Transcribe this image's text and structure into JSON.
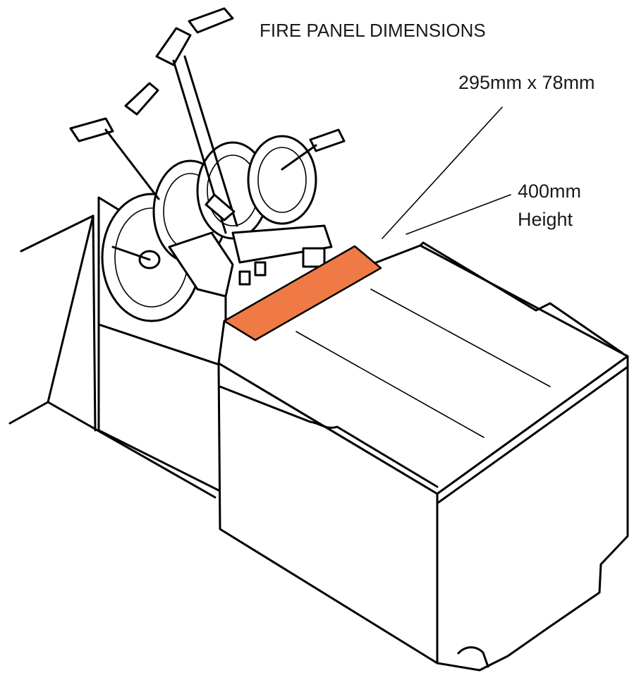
{
  "title": "FIRE PANEL DIMENSIONS",
  "labels": {
    "panel_size": "295mm x 78mm",
    "height_value": "400mm",
    "height_word": "Height"
  },
  "colors": {
    "panel_fill": "#f07a45",
    "line": "#000000",
    "background": "#ffffff"
  }
}
